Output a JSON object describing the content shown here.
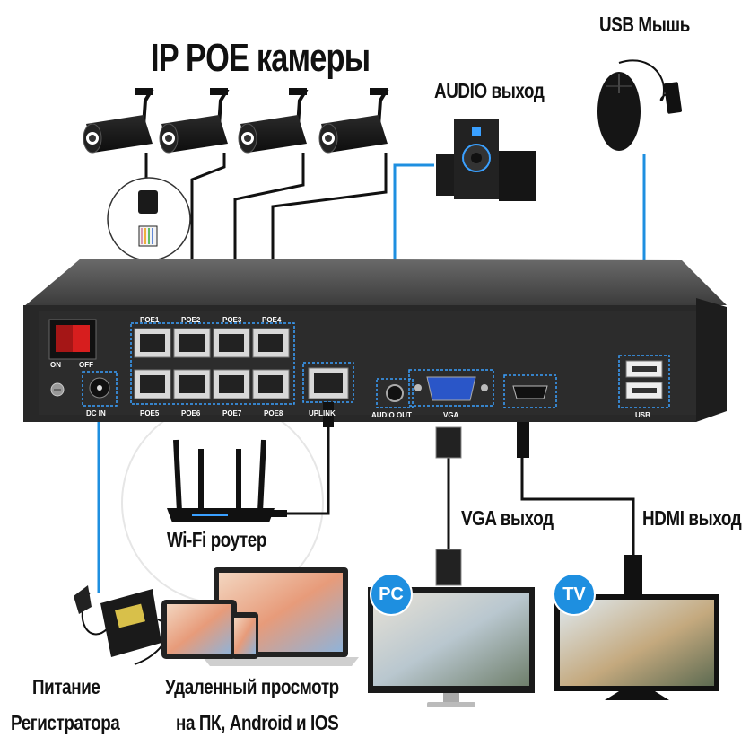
{
  "title": "IP POE камеры",
  "labels": {
    "usb_mouse": "USB Мышь",
    "audio_out": "AUDIO выход",
    "wifi_router": "Wi-Fi роутер",
    "vga_out": "VGA выход",
    "hdmi_out": "HDMI выход",
    "power_line1": "Питание",
    "power_line2": "Регистратора",
    "remote_line1": "Удаленный просмотр",
    "remote_line2": "на ПК, Android и IOS"
  },
  "panel": {
    "switch_on": "ON",
    "switch_off": "OFF",
    "dc_in": "DC IN",
    "poe_top": [
      "POE1",
      "POE2",
      "POE3",
      "POE4"
    ],
    "poe_bottom": [
      "POE5",
      "POE6",
      "POE7",
      "POE8"
    ],
    "uplink": "UPLINK",
    "audio_out": "AUDIO OUT",
    "vga": "VGA",
    "usb": "USB"
  },
  "badges": {
    "pc": "PC",
    "tv": "TV"
  },
  "colors": {
    "accent": "#1e8fe0",
    "panel": "#262626",
    "cable_blue": "#1e8fe0",
    "cable_black": "#111111"
  }
}
